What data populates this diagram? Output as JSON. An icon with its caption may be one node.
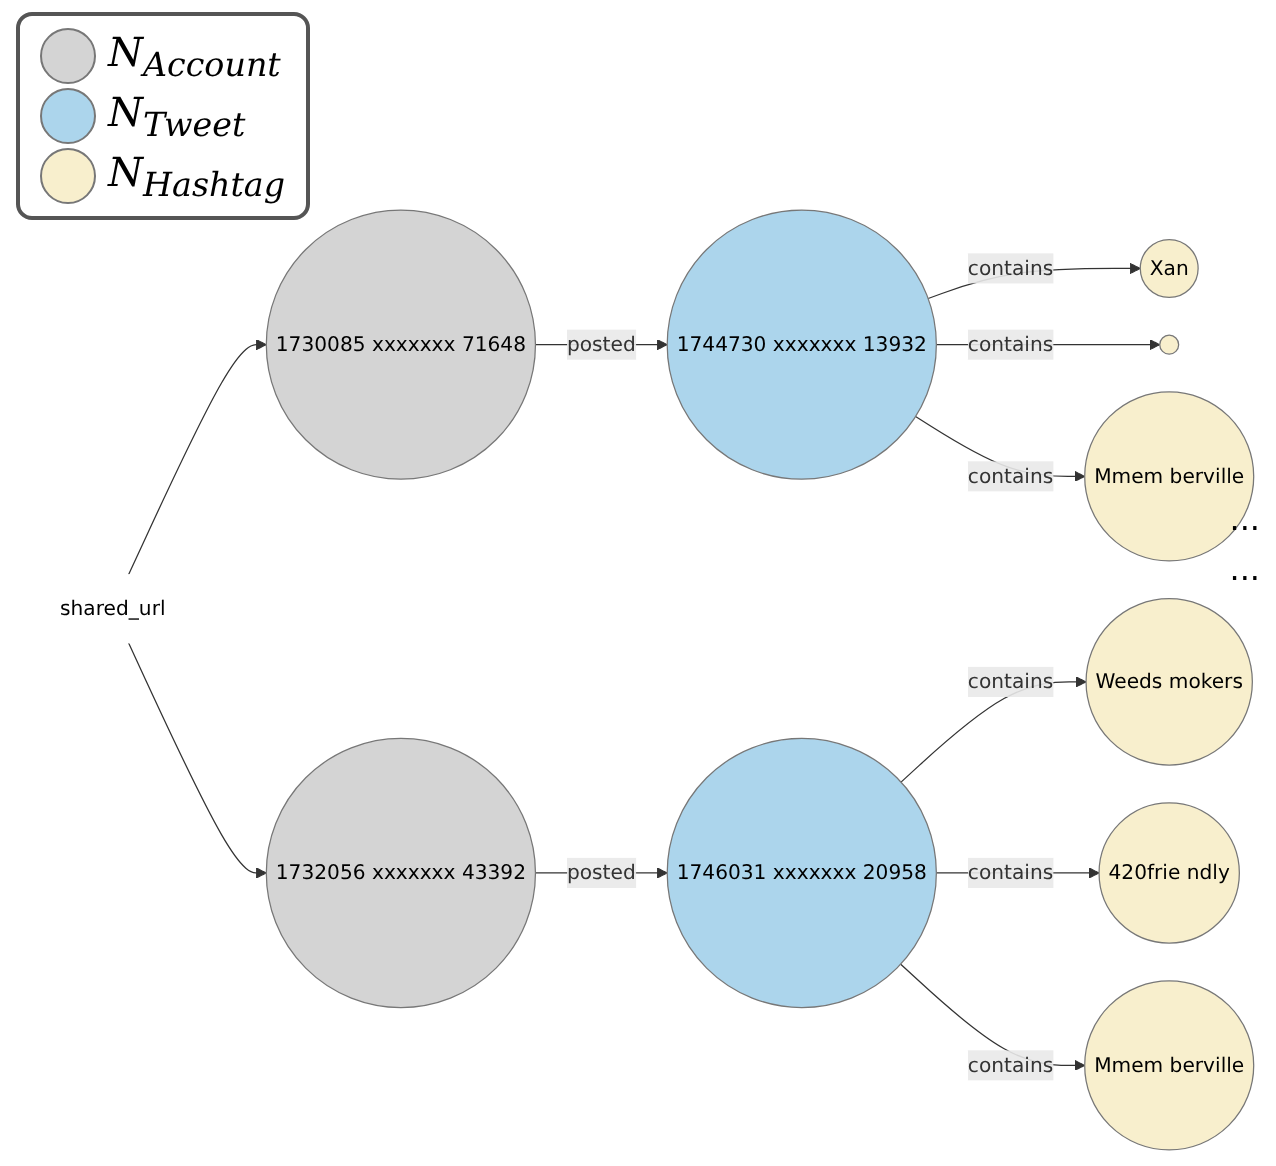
{
  "diagram": {
    "nodes": [
      {
        "text": [
          "1730085 xxxxxxx 71648"
        ]
      },
      {
        "text": [
          "1744730 xxxxxxx 13932"
        ]
      },
      {
        "text": [
          "Xan"
        ]
      },
      {
        "text": [],
        "shape": "circle"
      },
      {
        "text": [
          "Mmem berville"
        ]
      },
      {
        "text": [
          "shared_url"
        ]
      },
      {
        "text": [
          "1732056 xxxxxxx 43392"
        ]
      },
      {
        "text": [
          "1746031 xxxxxxx 20958"
        ]
      },
      {
        "text": [
          "Weeds mokers"
        ]
      },
      {
        "text": [
          "420frie ndly"
        ]
      },
      {
        "text": [
          "Mmem berville"
        ]
      }
    ],
    "edges": [
      {
        "from": 0,
        "to": 1,
        "label": "posted",
        "arrow": "to"
      },
      {
        "from": 1,
        "to": 2,
        "label": "contains",
        "arrow": "to"
      },
      {
        "from": 1,
        "to": 3,
        "label": "contains",
        "arrow": "to"
      },
      {
        "from": 1,
        "to": 4,
        "label": "contains",
        "arrow": "to"
      },
      {
        "from": 5,
        "to": 0,
        "arrow": "to"
      },
      {
        "from": 5,
        "to": 6,
        "arrow": "to"
      },
      {
        "from": 6,
        "to": 7,
        "label": "posted",
        "arrow": "to"
      },
      {
        "from": 7,
        "to": 8,
        "label": "contains",
        "arrow": "to"
      },
      {
        "from": 7,
        "to": 9,
        "label": "contains",
        "arrow": "to"
      },
      {
        "from": 7,
        "to": 10,
        "label": "contains",
        "arrow": "to"
      }
    ],
    "labels": [
      "...",
      "..."
    ],
    "legend": [
      {
        "text": "N$_{Account}$",
        "color": "#d4d4d4"
      },
      {
        "text": "N$_{Tweet}$",
        "color": "#acd5ec"
      },
      {
        "text": "N$_{Hashtag}$",
        "color": "#f8efcd"
      }
    ]
  }
}
